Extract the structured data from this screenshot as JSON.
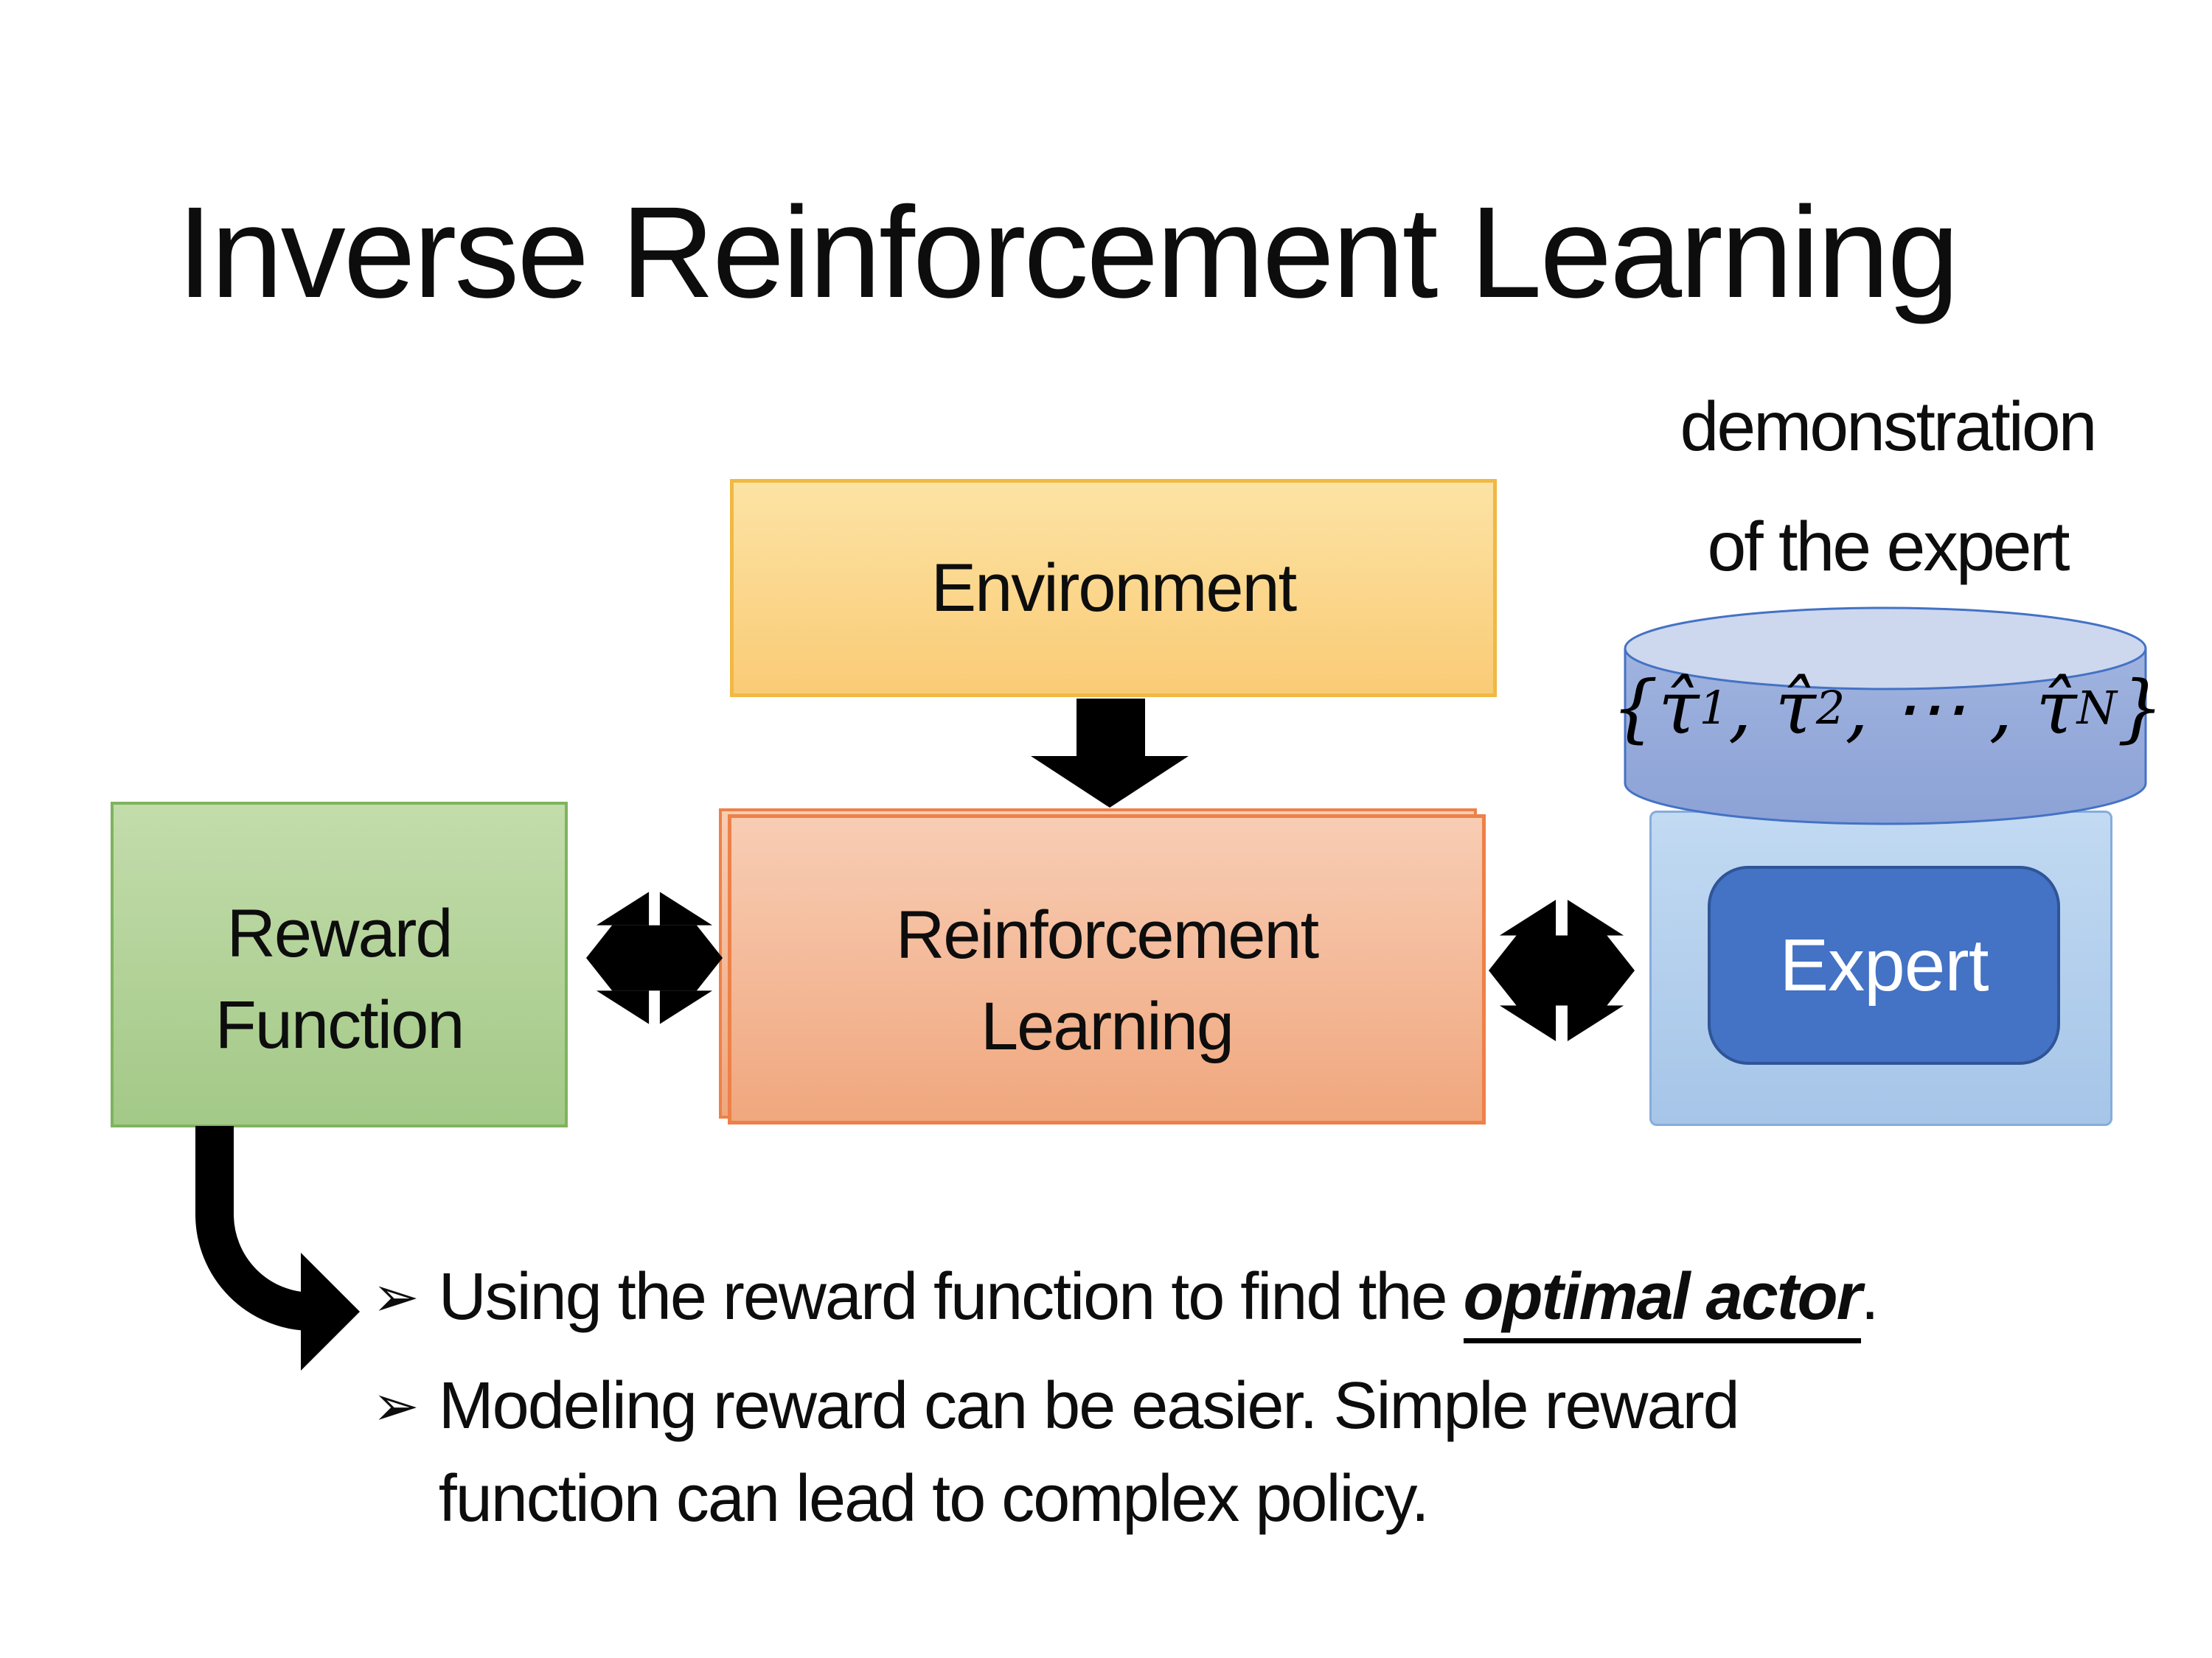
{
  "slide": {
    "title": "Inverse Reinforcement Learning"
  },
  "diagram": {
    "environment_box": {
      "label": "Environment"
    },
    "reward_box": {
      "lines": [
        "Reward",
        "Function"
      ]
    },
    "rl_box": {
      "lines": [
        "Reinforcement",
        "Learning"
      ]
    },
    "expert_panel": {
      "caption_lines": [
        "demonstration",
        "of the expert"
      ],
      "expert_box_label": "Expert",
      "cylinder_formula": {
        "brace_open": "{",
        "tau": "τ̂",
        "sub_1": "1",
        "sep_1": ", ",
        "sub_2": "2",
        "sep_2": ", ",
        "dots": "⋯",
        "sep_3": " , ",
        "sub_n": "N",
        "brace_close": "}"
      }
    }
  },
  "bullets": [
    {
      "marker": "➢",
      "text_before": "Using the reward function to find the ",
      "text_emphasis": "optimal actor",
      "text_after": "."
    },
    {
      "marker": "➢",
      "lines": [
        "Modeling reward can be easier. Simple reward",
        "function can lead to complex policy."
      ]
    }
  ],
  "colors": {
    "env-fill-top": "#FCE3A4",
    "env-fill-bottom": "#FACB76",
    "env-border": "#F0B943",
    "rl-fill-top": "#F8CDB4",
    "rl-fill-bottom": "#F0A77E",
    "rl-border": "#ED8148",
    "reward-fill-top": "#C3DCAB",
    "reward-fill-bottom": "#A3C987",
    "reward-border": "#7FB35E",
    "container-fill-top": "#C2DAF2",
    "container-fill-bottom": "#A6C5E8",
    "container-border": "#86ACDC",
    "cyl-top-fill": "#CDD8EE",
    "cyl-body-top": "#A0B3DF",
    "cyl-body-bottom": "#8CA2D6",
    "cyl-stroke": "#4472C4",
    "expert-fill": "#4472C4",
    "expert-border": "#2F5597",
    "expert-text": "#FFFFFF",
    "ink": "#000000",
    "text": "#0D0D0D",
    "bg": "#FFFFFF"
  }
}
